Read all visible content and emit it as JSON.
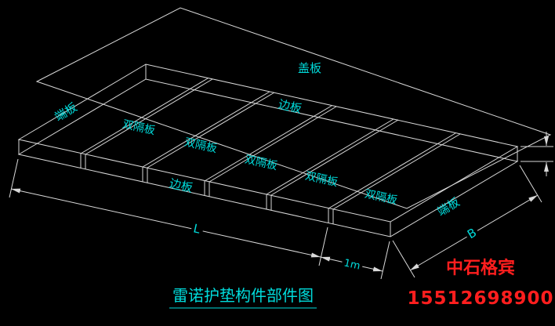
{
  "drawing": {
    "title": "雷诺护垫构件部件图",
    "labels": {
      "cover": "盖板",
      "end_left": "端板",
      "end_right": "端板",
      "side_top": "边板",
      "side_bottom": "边板",
      "partitions": [
        "双隔板",
        "双隔板",
        "双隔板",
        "双隔板",
        "双隔板"
      ]
    },
    "dimensions": {
      "length": "L",
      "width": "B",
      "cell": "1m"
    },
    "brand": {
      "company": "中石格宾",
      "phone": "15512698900"
    },
    "colors": {
      "background": "#000000",
      "line": "#d9d9d9",
      "label_cyan": "#00dcdc",
      "brand_red": "#ff1e1e"
    }
  }
}
